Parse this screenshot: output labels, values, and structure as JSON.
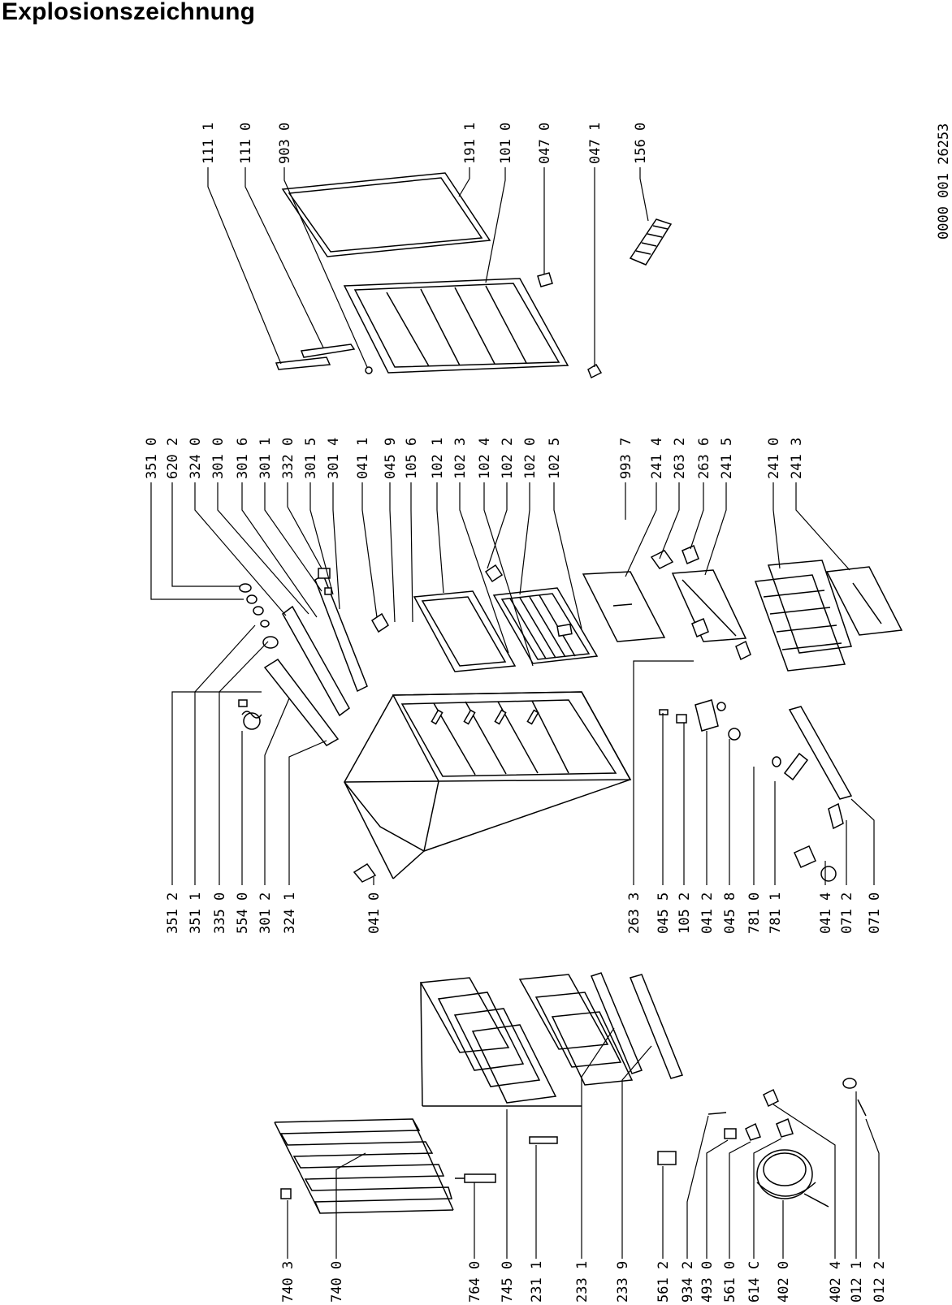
{
  "title": "Explosionszeichnung",
  "doc_ref": "0000 001 26253",
  "groups": {
    "top_door": [
      "111 1",
      "111 0",
      "903 0",
      "191 1",
      "101 0",
      "047 0",
      "047 1",
      "156 0"
    ],
    "middle_top": [
      "351 0",
      "620 2",
      "324 0",
      "301 0",
      "301 6",
      "301 1",
      "332 0",
      "301 5",
      "301 4",
      "041 1",
      "045 9",
      "105 6",
      "102 1",
      "102 3",
      "102 4",
      "102 2",
      "102 0",
      "102 5",
      "993 7",
      "241 4",
      "263 2",
      "263 6",
      "241 5",
      "241 0",
      "241 3"
    ],
    "middle_bottom": [
      "351 2",
      "351 1",
      "335 0",
      "554 0",
      "301 2",
      "324 1",
      "041 0",
      "263 3",
      "045 5",
      "105 2",
      "041 2",
      "045 8",
      "781 0",
      "781 1",
      "041 4",
      "071 2",
      "071 0"
    ],
    "bottom": [
      "740 3",
      "740 0",
      "764 0",
      "745 0",
      "231 1",
      "233 1",
      "233 9",
      "561 2",
      "934 2",
      "493 0",
      "561 0",
      "614 C",
      "402 0",
      "402 4",
      "012 1",
      "012 2"
    ]
  }
}
